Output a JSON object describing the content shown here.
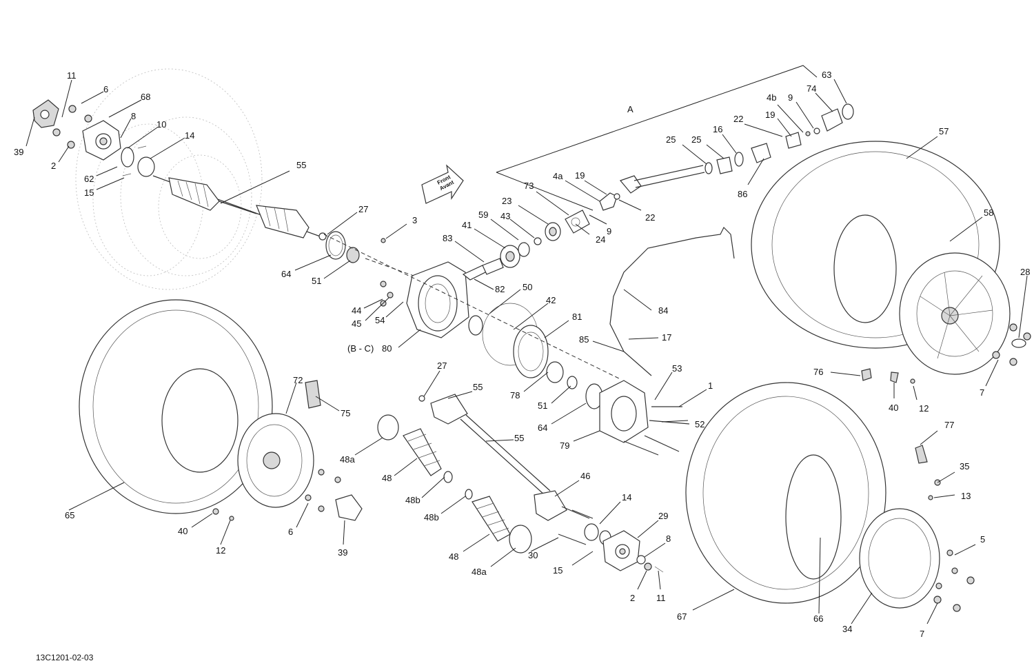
{
  "diagram_code": "13C1201-02-03",
  "front_sign": {
    "line1": "Front",
    "line2": "Avant"
  },
  "group_labels": {
    "a": "A",
    "bc": "(B - C)"
  },
  "callouts": {
    "c11a": "11",
    "c6a": "6",
    "c68": "68",
    "c8a": "8",
    "c10": "10",
    "c14a": "14",
    "c39a": "39",
    "c2a": "2",
    "c62": "62",
    "c15a": "15",
    "c55a": "55",
    "c27a": "27",
    "c64a": "64",
    "c51a": "51",
    "c3": "3",
    "c44": "44",
    "c45": "45",
    "c54": "54",
    "c80": "80",
    "c82": "82",
    "c83": "83",
    "c41": "41",
    "c59": "59",
    "c43": "43",
    "c23": "23",
    "c73": "73",
    "c4a": "4a",
    "c19a": "19",
    "c9a": "9",
    "c22a": "22",
    "c24": "24",
    "c25a": "25",
    "c25b": "25",
    "c16": "16",
    "c22b": "22",
    "c86": "86",
    "c4b": "4b",
    "c9b": "9",
    "c19b": "19",
    "c74": "74",
    "c63": "63",
    "c57": "57",
    "c58": "58",
    "c28": "28",
    "c7a": "7",
    "c12a": "12",
    "c40a": "40",
    "c76": "76",
    "c84": "84",
    "c17": "17",
    "c85": "85",
    "c50": "50",
    "c42": "42",
    "c81": "81",
    "c78": "78",
    "c51b": "51",
    "c64b": "64",
    "c79": "79",
    "c53": "53",
    "c1": "1",
    "c52": "52",
    "c27b": "27",
    "c55b": "55",
    "c55c": "55",
    "c72": "72",
    "c75": "75",
    "c65": "65",
    "c40b": "40",
    "c12b": "12",
    "c6b": "6",
    "c39b": "39",
    "c48a1": "48a",
    "c48a": "48",
    "c48b1": "48b",
    "c48b2": "48b",
    "c48b": "48",
    "c48a2": "48a",
    "c30": "30",
    "c46": "46",
    "c14b": "14",
    "c29": "29",
    "c8b": "8",
    "c15b": "15",
    "c2b": "2",
    "c11b": "11",
    "c77": "77",
    "c35": "35",
    "c13": "13",
    "c5": "5",
    "c67": "67",
    "c66": "66",
    "c34": "34",
    "c7b": "7"
  }
}
